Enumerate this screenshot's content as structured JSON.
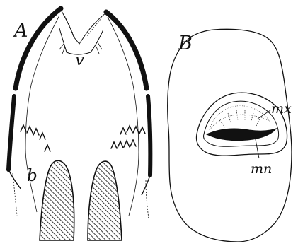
{
  "figure": {
    "panel_a": {
      "label": "A",
      "label_v": "v",
      "label_b": "b"
    },
    "panel_b": {
      "label": "B",
      "label_mx": "mx",
      "label_mn": "mn"
    }
  },
  "colors": {
    "ink": "#111111",
    "paper": "#ffffff"
  }
}
